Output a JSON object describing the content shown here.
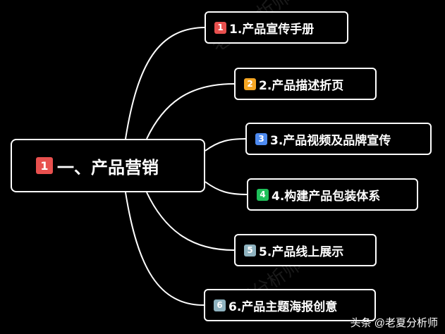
{
  "root": {
    "badge": "1",
    "badge_color": "#e8504e",
    "label": "一、产品营销"
  },
  "children": [
    {
      "badge": "1",
      "badge_color": "#e8504e",
      "label": "1.产品宣传手册"
    },
    {
      "badge": "2",
      "badge_color": "#f5a623",
      "label": "2.产品描述折页"
    },
    {
      "badge": "3",
      "badge_color": "#4d8af0",
      "label": "3.产品视频及品牌宣传"
    },
    {
      "badge": "4",
      "badge_color": "#1fc05a",
      "label": "4.构建产品包装体系"
    },
    {
      "badge": "5",
      "badge_color": "#8fb3c0",
      "label": "5.产品线上展示"
    },
    {
      "badge": "6",
      "badge_color": "#8fb3c0",
      "label": "6.产品主题海报创意"
    }
  ],
  "watermark": "老夏分析师",
  "credit": "头条 @老夏分析师",
  "connector_color": "#ffffff"
}
